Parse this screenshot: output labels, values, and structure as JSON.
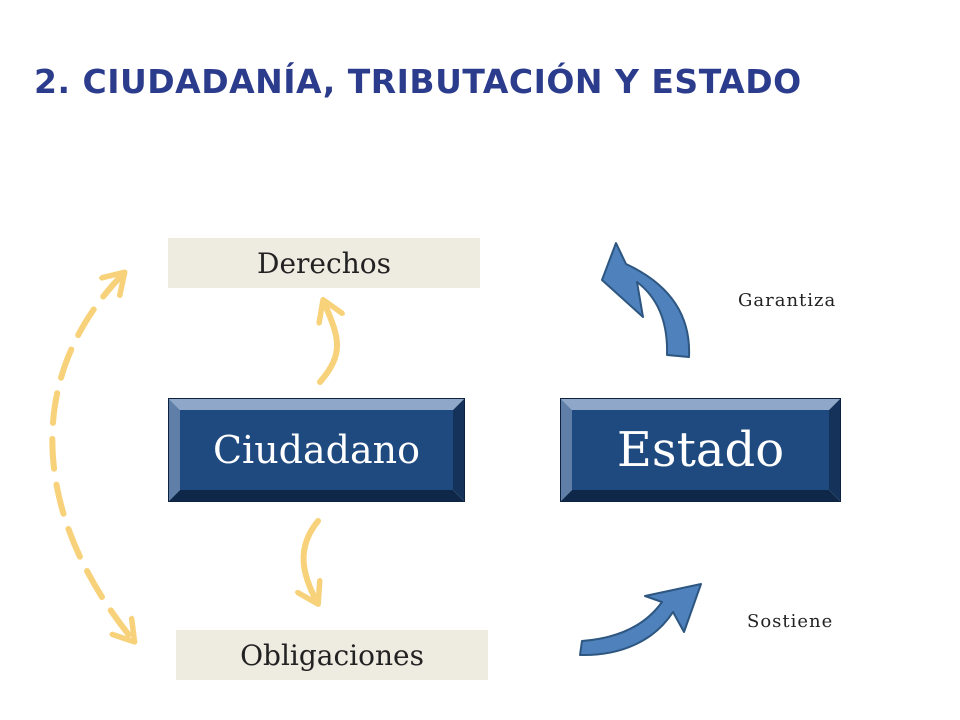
{
  "title": "2. CIUDADANÍA, TRIBUTACIÓN Y ESTADO",
  "boxes": {
    "derechos": "Derechos",
    "obligaciones": "Obligaciones",
    "ciudadano": "Ciudadano",
    "estado": "Estado"
  },
  "labels": {
    "garantiza": "Garantiza",
    "sostiene": "Sostiene"
  },
  "colors": {
    "title": "#2c3c8c",
    "button_face": "#1f4a80",
    "arrow_yellow": "#f7d27a",
    "arrow_blue": "#4f81bd",
    "label_bg": "#eeebe0"
  }
}
